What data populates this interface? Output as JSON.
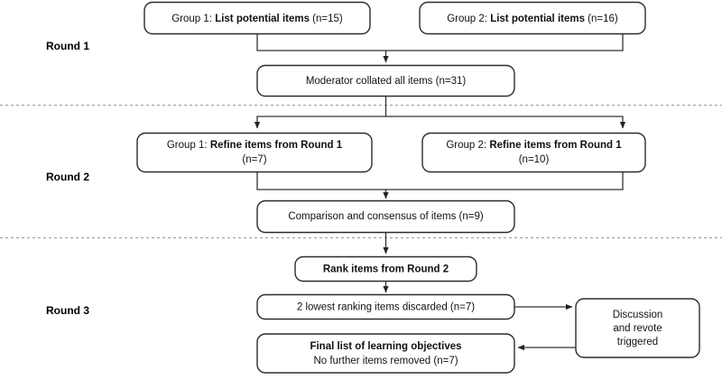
{
  "diagram": {
    "title": "Delphi consensus rounds flowchart",
    "type": "flowchart",
    "stroke_color": "#2b2b2b",
    "connector_color": "#333333",
    "divider_color": "#9a9a9a",
    "background": "#ffffff"
  },
  "round_labels": [
    {
      "id": "round-1",
      "text": "Round 1"
    },
    {
      "id": "round-2",
      "text": "Round 2"
    },
    {
      "id": "round-3",
      "text": "Round 3"
    }
  ],
  "nodes": {
    "r1_group1": {
      "line1_pre": "Group 1: ",
      "line1_bold": "List potential items",
      "line1_post": " (n=15)"
    },
    "r1_group2": {
      "line1_pre": "Group 2: ",
      "line1_bold": "List potential items",
      "line1_post": " (n=16)"
    },
    "r1_moderator": {
      "line1": "Moderator collated all items (n=31)"
    },
    "r2_group1": {
      "line1_pre": "Group 1: ",
      "line1_bold": "Refine items from Round 1",
      "line2": "(n=7)"
    },
    "r2_group2": {
      "line1_pre": "Group 2: ",
      "line1_bold": "Refine items from Round 1",
      "line2": "(n=10)"
    },
    "r2_consensus": {
      "line1": "Comparison and consensus of items (n=9)"
    },
    "r3_rank": {
      "line1_bold": "Rank items from Round 2"
    },
    "r3_discarded": {
      "line1": "2 lowest ranking items discarded (n=7)"
    },
    "r3_discussion": {
      "line1": "Discussion",
      "line2": "and revote",
      "line3": "triggered"
    },
    "r3_final": {
      "line1_bold": "Final list of learning objectives",
      "line2": "No further items removed (n=7)"
    }
  }
}
